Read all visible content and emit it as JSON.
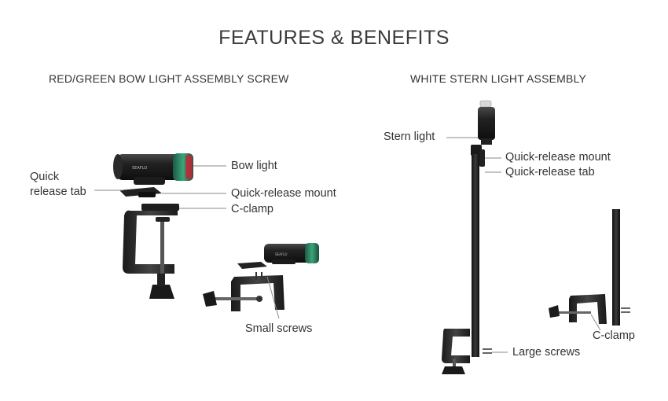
{
  "title": "FEATURES & BENEFITS",
  "left_section": {
    "heading": "RED/GREEN BOW LIGHT ASSEMBLY SCREW",
    "labels": {
      "quick_release_tab_line1": "Quick",
      "quick_release_tab_line2": "release tab",
      "bow_light": "Bow light",
      "quick_release_mount": "Quick-release mount",
      "c_clamp": "C-clamp",
      "small_screws": "Small screws"
    }
  },
  "right_section": {
    "heading": "WHITE STERN LIGHT ASSEMBLY",
    "labels": {
      "stern_light": "Stern light",
      "quick_release_mount": "Quick-release mount",
      "quick_release_tab": "Quick-release tab",
      "large_screws": "Large screws",
      "c_clamp": "C-clamp"
    }
  },
  "colors": {
    "lens_green": "#2f8f6a",
    "lens_red": "#c0283a",
    "body_dark": "#1e1e1e",
    "leader_line": "#8a8a8a"
  }
}
